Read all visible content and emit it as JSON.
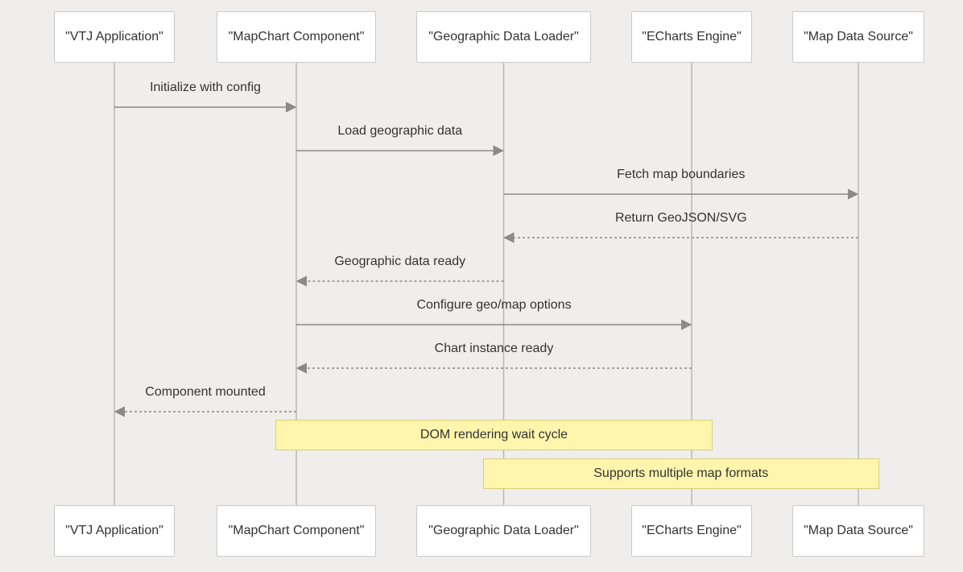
{
  "actors": [
    {
      "id": "app",
      "label": "\"VTJ Application\""
    },
    {
      "id": "mapchart",
      "label": "\"MapChart Component\""
    },
    {
      "id": "loader",
      "label": "\"Geographic Data Loader\""
    },
    {
      "id": "echarts",
      "label": "\"ECharts Engine\""
    },
    {
      "id": "source",
      "label": "\"Map Data Source\""
    }
  ],
  "messages": [
    {
      "from": "app",
      "to": "mapchart",
      "label": "Initialize with config",
      "style": "solid"
    },
    {
      "from": "mapchart",
      "to": "loader",
      "label": "Load geographic data",
      "style": "solid"
    },
    {
      "from": "loader",
      "to": "source",
      "label": "Fetch map boundaries",
      "style": "solid"
    },
    {
      "from": "source",
      "to": "loader",
      "label": "Return GeoJSON/SVG",
      "style": "dashed"
    },
    {
      "from": "loader",
      "to": "mapchart",
      "label": "Geographic data ready",
      "style": "dashed"
    },
    {
      "from": "mapchart",
      "to": "echarts",
      "label": "Configure geo/map options",
      "style": "solid"
    },
    {
      "from": "echarts",
      "to": "mapchart",
      "label": "Chart instance ready",
      "style": "dashed"
    },
    {
      "from": "mapchart",
      "to": "app",
      "label": "Component mounted",
      "style": "dashed"
    }
  ],
  "notes": [
    {
      "from": "mapchart",
      "to": "echarts",
      "label": "DOM rendering wait cycle"
    },
    {
      "from": "loader",
      "to": "source",
      "label": "Supports multiple map formats"
    }
  ],
  "colors": {
    "background": "#efeeec",
    "lifeline": "#b8b8b8",
    "arrow": "#8a8a8a",
    "note_fill": "#fff5ad",
    "note_border": "#d9cf7a",
    "actor_fill": "#ffffff",
    "actor_border": "#c9c9c9"
  }
}
